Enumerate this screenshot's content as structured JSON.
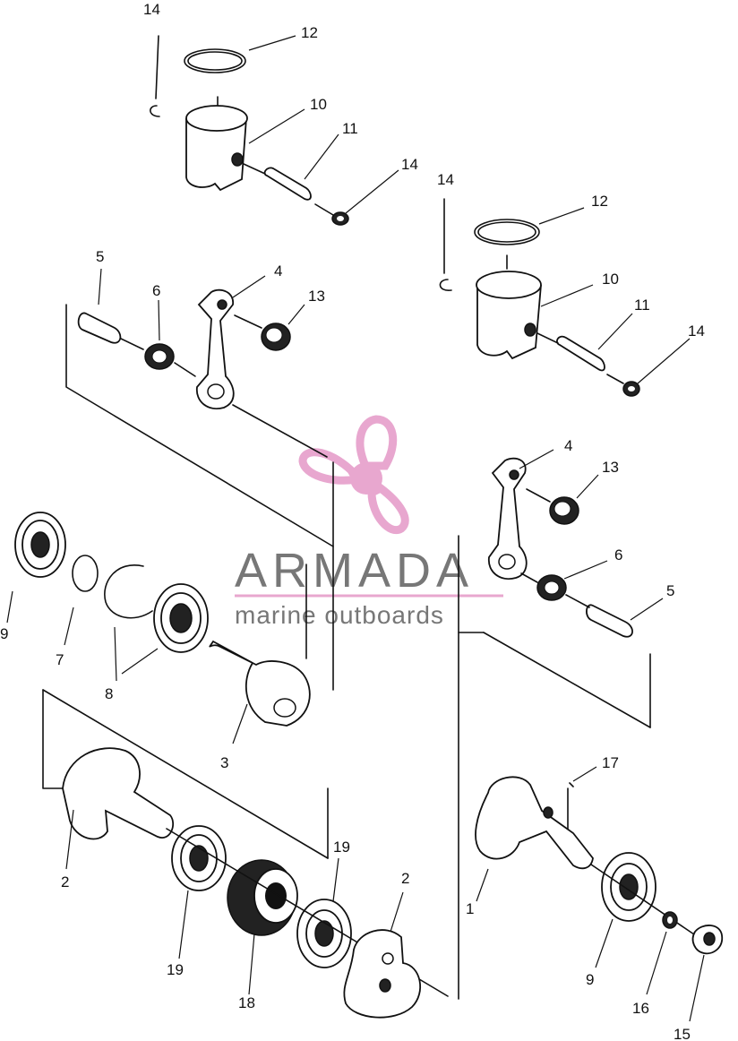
{
  "callouts": {
    "c14a": "14",
    "c12a": "12",
    "c10a": "10",
    "c11a": "11",
    "c14b": "14",
    "c14c": "14",
    "c12b": "12",
    "c10b": "10",
    "c11b": "11",
    "c14d": "14",
    "c5a": "5",
    "c6a": "6",
    "c4a": "4",
    "c13a": "13",
    "c4b": "4",
    "c13b": "13",
    "c6b": "6",
    "c5b": "5",
    "c9a": "9",
    "c7": "7",
    "c8": "8",
    "c3": "3",
    "c17": "17",
    "c2a": "2",
    "c19a": "19",
    "c19b": "19",
    "c2b": "2",
    "c1": "1",
    "c9b": "9",
    "c18": "18",
    "c16": "16",
    "c15": "15"
  },
  "watermark": {
    "name": "ARMADA",
    "tagline": "marine outboards",
    "logo_color": "#e8a7cf",
    "text_color": "#777777"
  }
}
